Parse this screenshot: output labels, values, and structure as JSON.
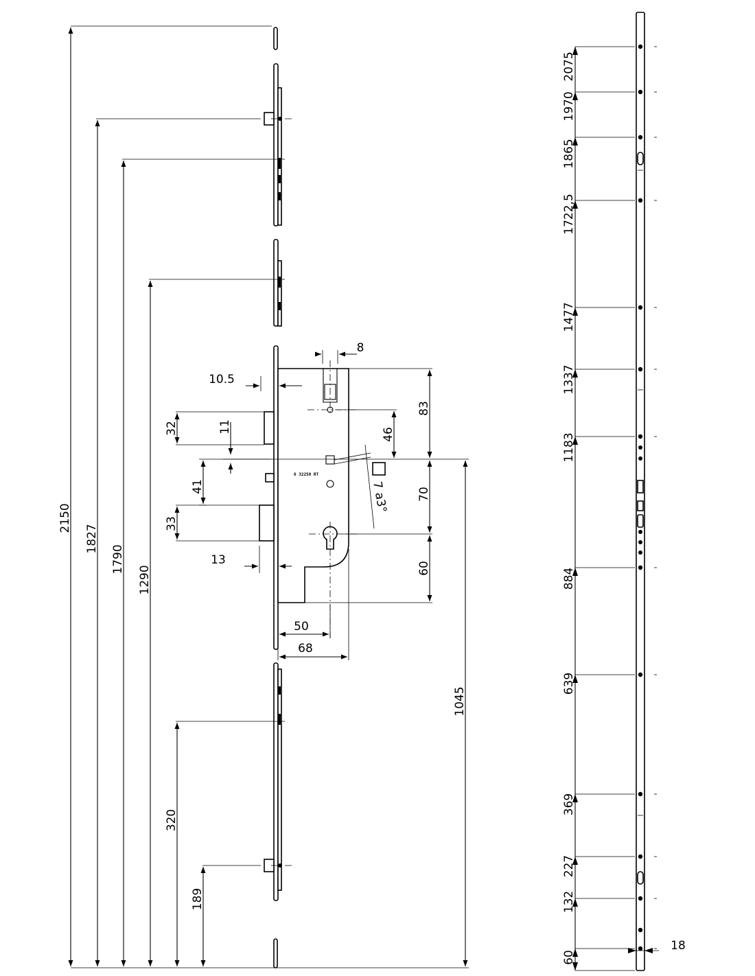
{
  "front_view": {
    "heights": {
      "total": "2150",
      "top_hook": "1827",
      "top_bolt": "1790",
      "middle_bolt": "1290",
      "lower_bolt": "320",
      "bottom_hook": "189",
      "handle_axis": "1045"
    },
    "lock_case": {
      "follower_width": "8",
      "faceplate_offset": "10.5",
      "latch_height": "32",
      "gap_11": "11",
      "dim_41": "41",
      "deadbolt_height": "33",
      "deadbolt_projection": "13",
      "follower_to_spindle": "83",
      "dim_46": "46",
      "spindle_to_cylinder": "70",
      "cylinder_to_bottom": "60",
      "backset": "50",
      "case_depth": "68",
      "angle_label": "7 a3°",
      "stamp": "6 32250 RT"
    }
  },
  "side_view": {
    "positions": [
      "2075",
      "1970",
      "1865",
      "1722,5",
      "1477",
      "1337",
      "1183",
      "884",
      "639",
      "369",
      "227",
      "132",
      "60"
    ],
    "bar_width": "18"
  }
}
